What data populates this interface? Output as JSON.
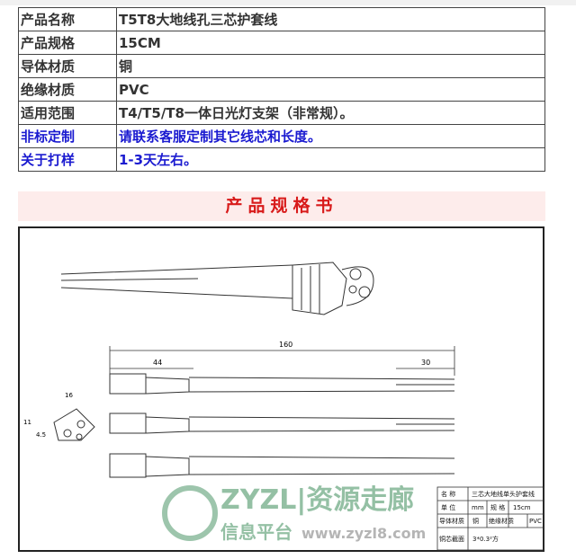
{
  "specs": [
    {
      "k": "产品名称",
      "v": "T5T8大地线孔三芯护套线"
    },
    {
      "k": "产品规格",
      "v": "15CM"
    },
    {
      "k": "导体材质",
      "v": "铜"
    },
    {
      "k": "绝缘材质",
      "v": "PVC"
    },
    {
      "k": "适用范围",
      "v": "T4/T5/T8一体日光灯支架（非常规）。"
    },
    {
      "k": "非标定制",
      "v": "请联系客服定制其它线芯和长度。"
    },
    {
      "k": "关于打样",
      "v": "1-3天左右。"
    }
  ],
  "banner": "产品规格书",
  "drawing": {
    "dim_total": "160",
    "dim_left": "44",
    "dim_right": "30",
    "dim_w": "16",
    "dim_h1": "11",
    "dim_h2": "4.5"
  },
  "title_block": {
    "r1": [
      "名 称",
      "三芯大地线单头护套线"
    ],
    "r2": [
      "单 位",
      "mm",
      "规 格",
      "15cm"
    ],
    "r3": [
      "导体材质",
      "铜",
      "绝缘材质",
      "PVC"
    ],
    "r4": [
      "铜芯截面",
      "3*0.3²方"
    ]
  },
  "watermark": {
    "brand": "ZYZL|资源走廊",
    "sub": "信息平台",
    "url": "www.zyzl8.com"
  }
}
